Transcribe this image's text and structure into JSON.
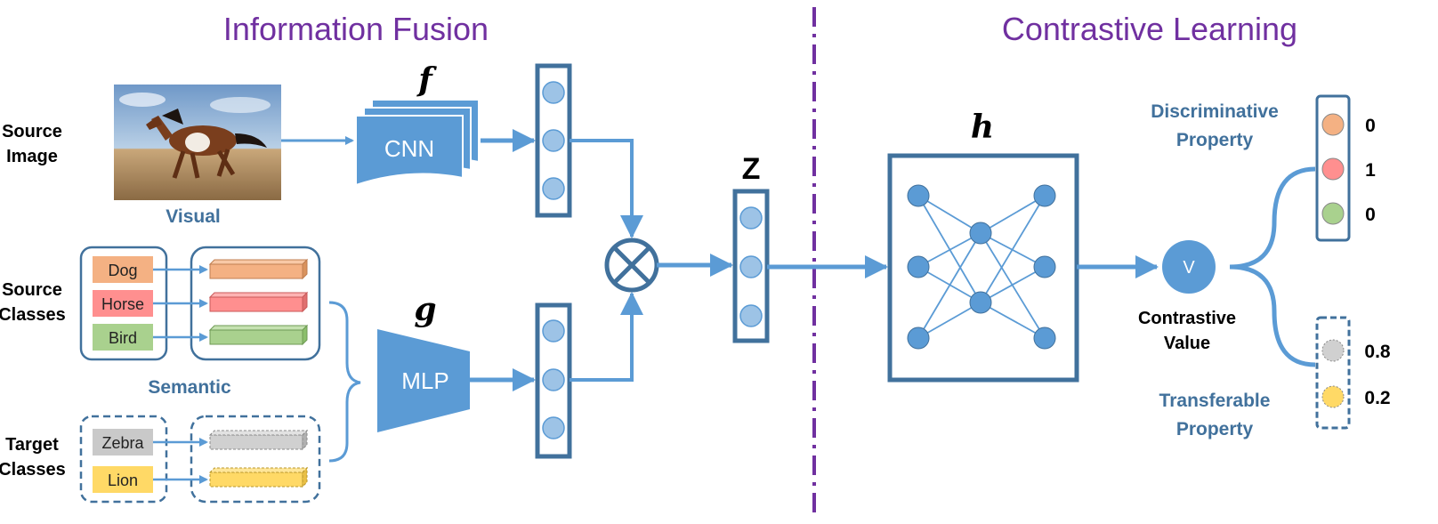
{
  "titles": {
    "fusion": "Information Fusion",
    "contrastive": "Contrastive Learning"
  },
  "left_labels": {
    "source_image": [
      "Source",
      "Image"
    ],
    "source_classes": [
      "Source",
      "Classes"
    ],
    "target_classes": [
      "Target",
      "Classes"
    ]
  },
  "visual_label": "Visual",
  "semantic_label": "Semantic",
  "source_classes": [
    {
      "name": "Dog",
      "color": "#f4b183"
    },
    {
      "name": "Horse",
      "color": "#ff8f8f"
    },
    {
      "name": "Bird",
      "color": "#a9d18e"
    }
  ],
  "target_classes": [
    {
      "name": "Zebra",
      "color": "#c9c9c9"
    },
    {
      "name": "Lion",
      "color": "#ffd966"
    }
  ],
  "modules": {
    "cnn": "CNN",
    "mlp": "MLP",
    "f": "f",
    "g": "g",
    "h": "h",
    "z": "Z",
    "v": "V"
  },
  "contrastive_value": [
    "Contrastive",
    "Value"
  ],
  "discriminative": {
    "label": [
      "Discriminative",
      "Property"
    ],
    "values": [
      "0",
      "1",
      "0"
    ],
    "colors": [
      "#f4b183",
      "#ff8f8f",
      "#a9d18e"
    ]
  },
  "transferable": {
    "label": [
      "Transferable",
      "Property"
    ],
    "values": [
      "0.8",
      "0.2"
    ],
    "colors": [
      "#d0d0d0",
      "#ffd966"
    ]
  },
  "colors": {
    "module_blue": "#5b9bd5",
    "dark_border": "#41719c",
    "node_fill": "#9dc3e6",
    "title_purple": "#7030a0"
  }
}
